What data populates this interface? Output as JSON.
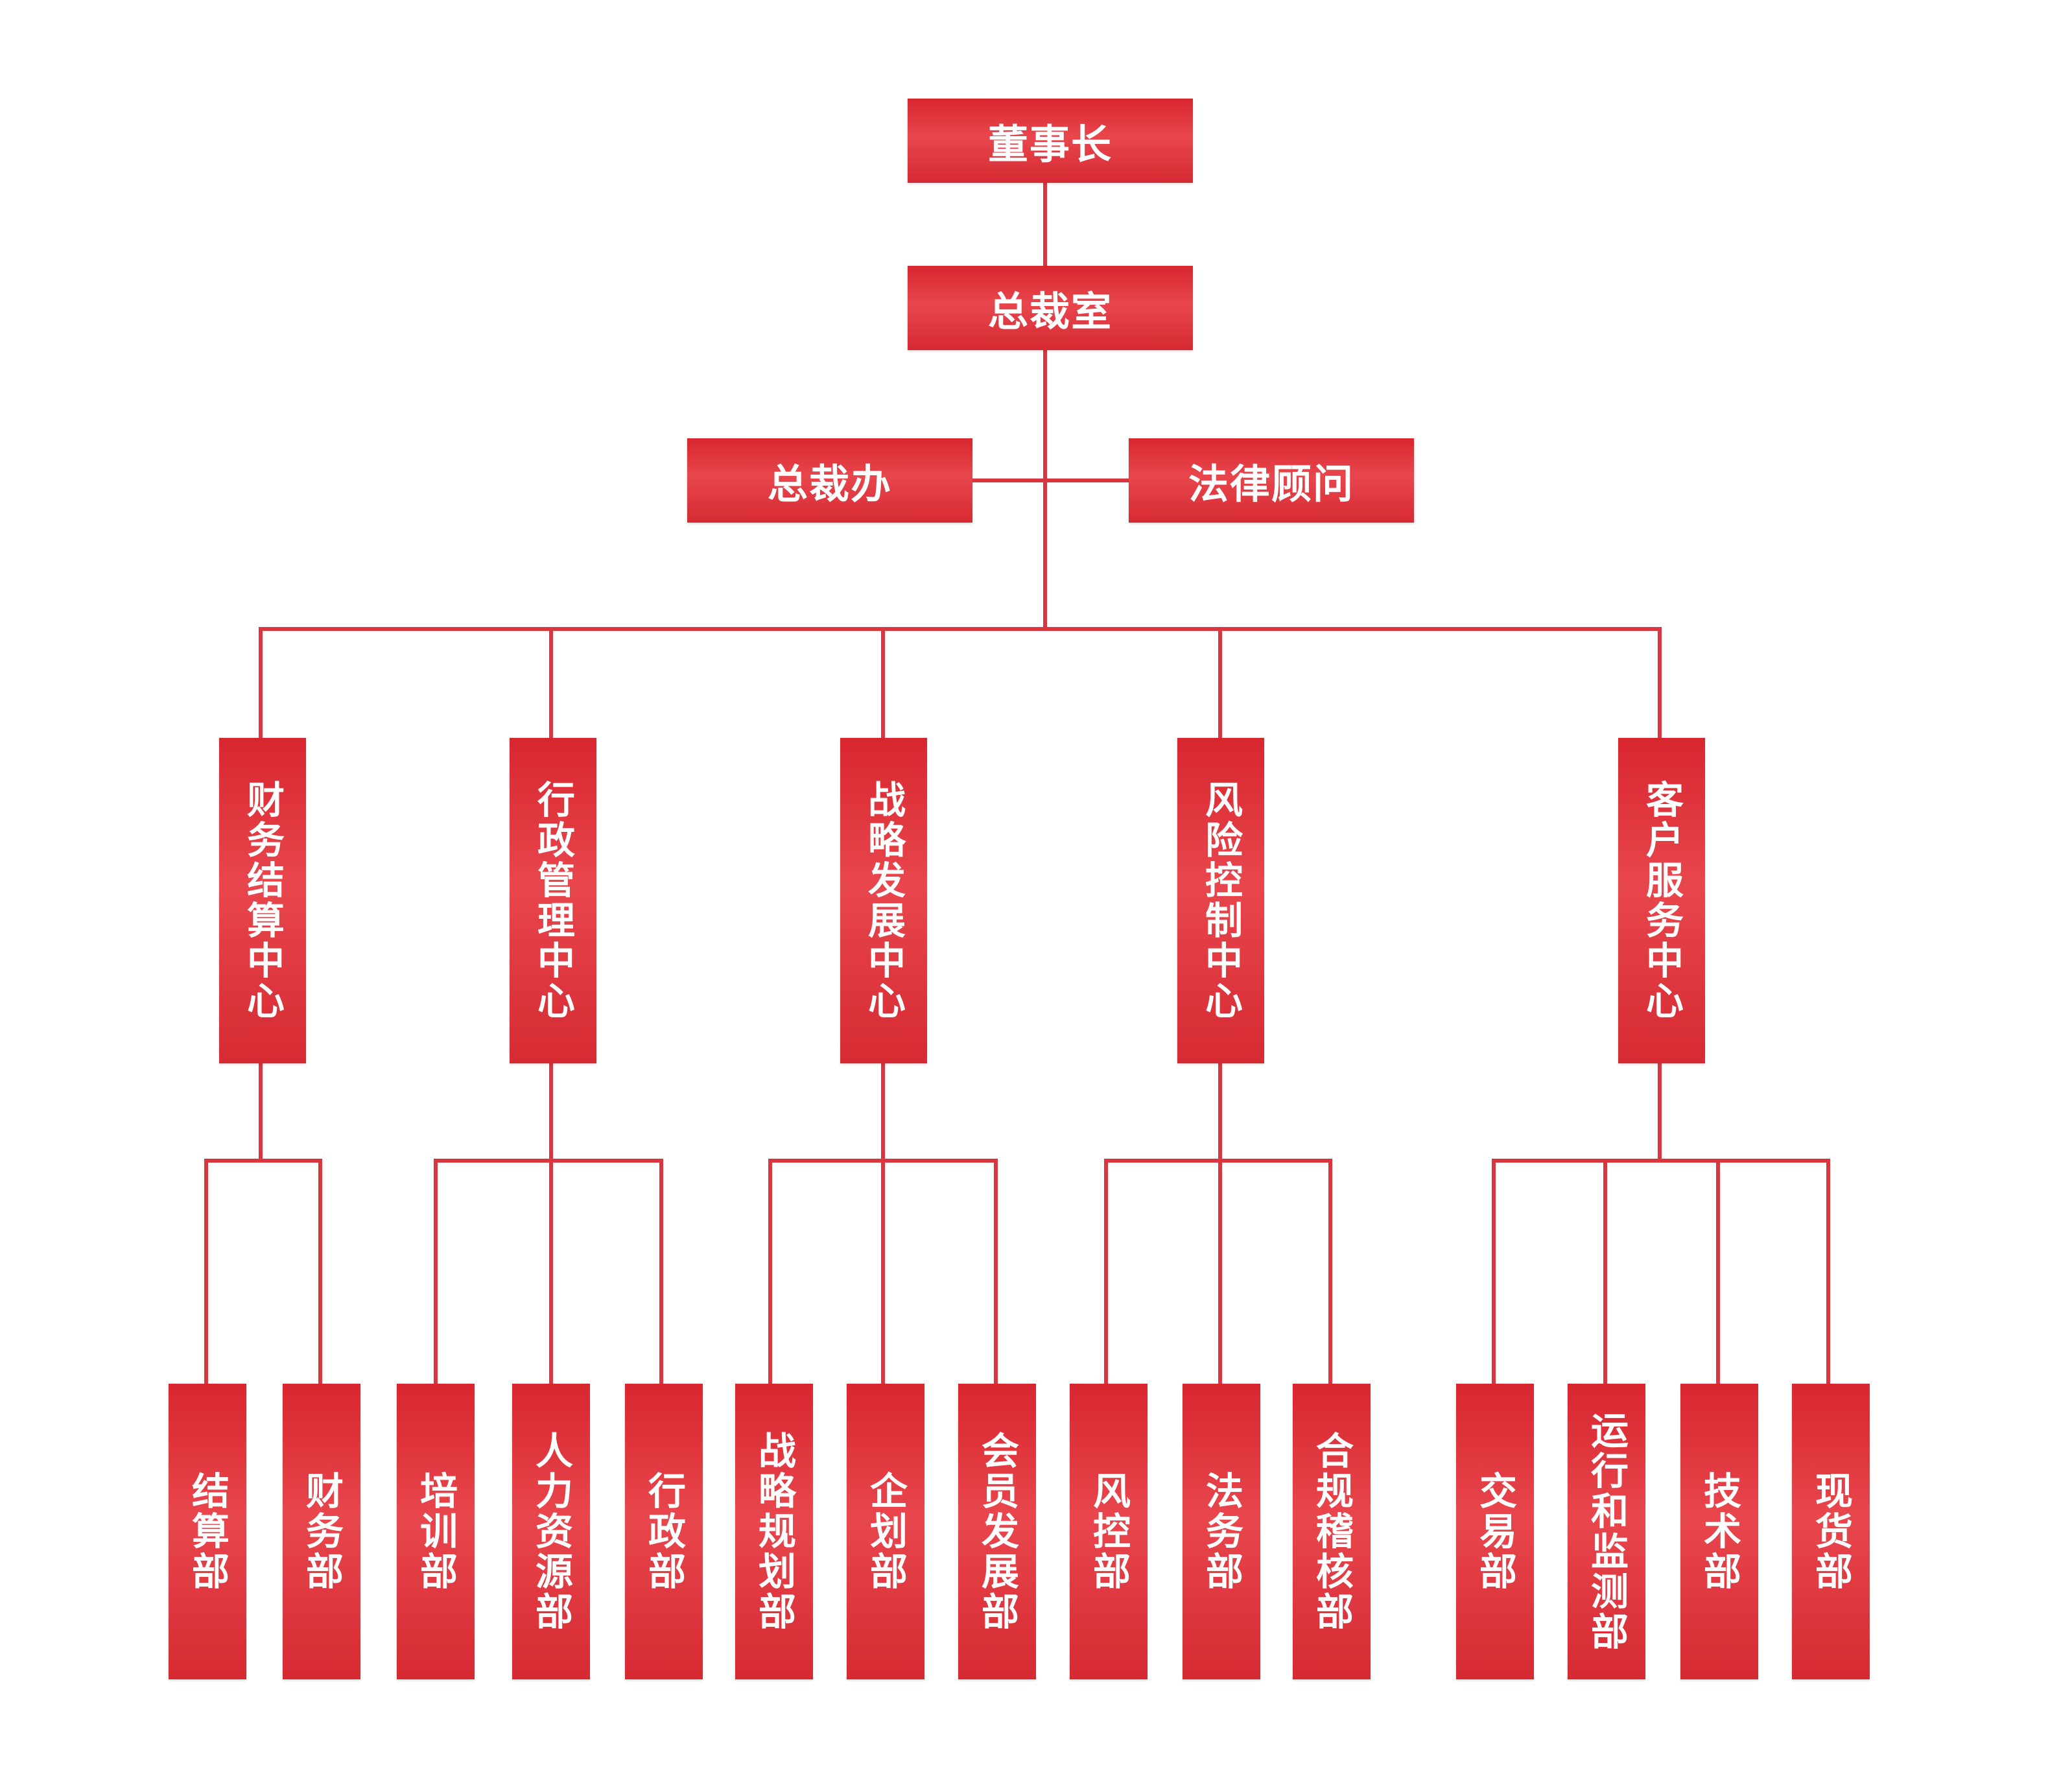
{
  "colors": {
    "box_fill": "#e23a42",
    "box_text": "#ffffff",
    "connector": "#d93640",
    "background": "#ffffff"
  },
  "chairman": "董事长",
  "president_office": "总裁室",
  "staff": {
    "left": "总裁办",
    "right": "法律顾问"
  },
  "centers": [
    {
      "name": "财务结算中心",
      "departments": [
        "结算部",
        "财务部"
      ]
    },
    {
      "name": "行政管理中心",
      "departments": [
        "培训部",
        "人力资源部",
        "行政部"
      ]
    },
    {
      "name": "战略发展中心",
      "departments": [
        "战略规划部",
        "企划部",
        "会员发展部"
      ]
    },
    {
      "name": "风险控制中心",
      "departments": [
        "风控部",
        "法务部",
        "合规稽核部"
      ]
    },
    {
      "name": "客户服务中心",
      "departments": [
        "交易部",
        "运行和监测部",
        "技术部",
        "现货部"
      ]
    }
  ]
}
